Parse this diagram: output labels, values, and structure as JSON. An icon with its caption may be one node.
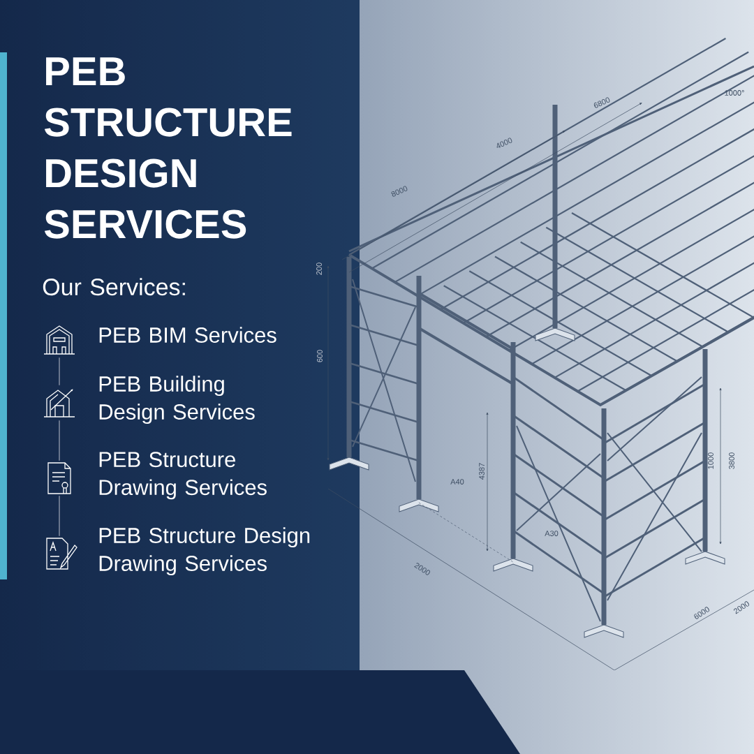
{
  "diagram": {
    "title": "PEB STRUCTURE DESIGN SERVICES",
    "nodes": [
      {
        "text": [],
        "shape": "picture"
      },
      {
        "text": [],
        "shape": "picture"
      },
      {
        "text": [],
        "shape": "picture"
      },
      {
        "text": [],
        "shape": "picture"
      }
    ],
    "edges": [
      {
        "from": 0,
        "to": 1,
        "arrow": "none"
      },
      {
        "from": 1,
        "to": 2,
        "arrow": "none"
      },
      {
        "from": 2,
        "to": 3,
        "arrow": "none"
      }
    ],
    "labels": [
      "Our Services:",
      "PEB BIM Services",
      "PEB Building Design Services",
      "PEB Structure Drawing Services",
      "PEB Structure Design Drawing Services",
      "1000°",
      "6800",
      "4000",
      "8000",
      "200",
      "600",
      "1000",
      "3800",
      "4387",
      "A40",
      "A30",
      "2000",
      "2000",
      "6000"
    ]
  }
}
